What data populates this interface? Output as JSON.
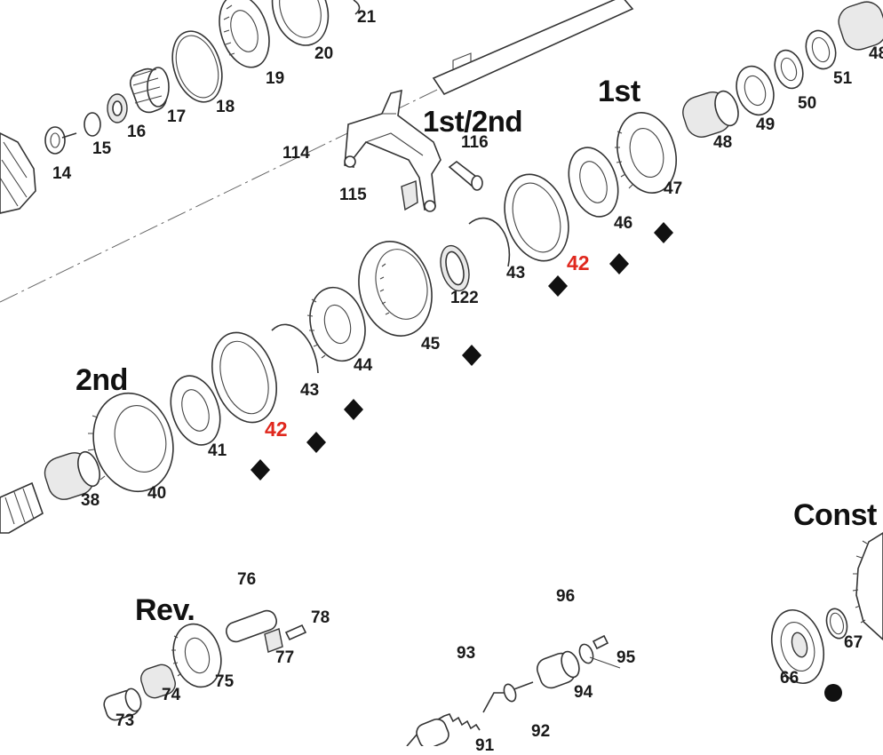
{
  "headings": {
    "first": "1st",
    "first_second": "1st/2nd",
    "second": "2nd",
    "reverse": "Rev.",
    "constant_partial": "Const"
  },
  "part_numbers": {
    "p14": "14",
    "p15": "15",
    "p16": "16",
    "p17": "17",
    "p18": "18",
    "p19": "19",
    "p20": "20",
    "p21": "21",
    "p114": "114",
    "p115": "115",
    "p116": "116",
    "p38": "38",
    "p40": "40",
    "p41": "41",
    "p42a": "42",
    "p42b": "42",
    "p43a": "43",
    "p43b": "43",
    "p44": "44",
    "p45": "45",
    "p46": "46",
    "p47": "47",
    "p48": "48",
    "p48partial": "48",
    "p49": "49",
    "p50": "50",
    "p51": "51",
    "p122": "122",
    "p73": "73",
    "p74": "74",
    "p75": "75",
    "p76": "76",
    "p77": "77",
    "p78": "78",
    "p91": "91",
    "p92": "92",
    "p93": "93",
    "p94": "94",
    "p95": "95",
    "p96": "96",
    "p66": "66",
    "p67": "67"
  },
  "icons": {
    "marker": "diamond-icon",
    "dot": "dot-icon"
  },
  "colors": {
    "highlight_label": "#e0281e",
    "line": "#333333"
  }
}
